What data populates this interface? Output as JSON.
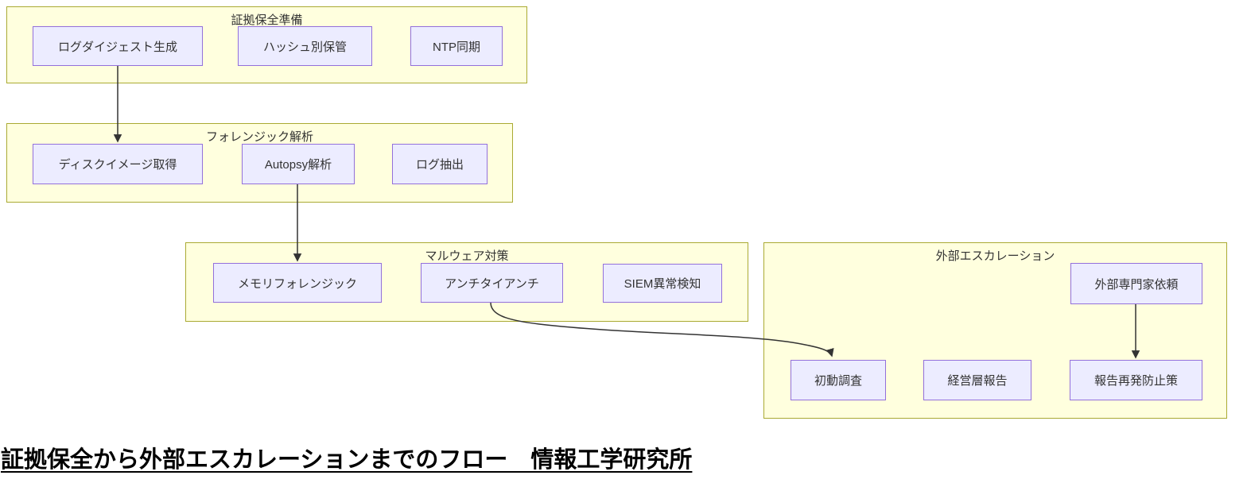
{
  "title": "証拠保全から外部エスカレーションまでのフロー　情報工学研究所",
  "diagram": {
    "groups": [
      {
        "label": "証拠保全準備",
        "nodes": [
          {
            "label": "ログダイジェスト生成"
          },
          {
            "label": "ハッシュ別保管"
          },
          {
            "label": "NTP同期"
          }
        ]
      },
      {
        "label": "フォレンジック解析",
        "nodes": [
          {
            "label": "ディスクイメージ取得"
          },
          {
            "label": "Autopsy解析"
          },
          {
            "label": "ログ抽出"
          }
        ]
      },
      {
        "label": "マルウェア対策",
        "nodes": [
          {
            "label": "メモリフォレンジック"
          },
          {
            "label": "アンチタイアンチ"
          },
          {
            "label": "SIEM異常検知"
          }
        ]
      },
      {
        "label": "外部エスカレーション",
        "nodes": [
          {
            "label": "外部専門家依頼"
          },
          {
            "label": "初動調査"
          },
          {
            "label": "経営層報告"
          },
          {
            "label": "報告再発防止策"
          }
        ]
      }
    ],
    "edges": [
      {
        "from": "ログダイジェスト生成",
        "to": "ディスクイメージ取得"
      },
      {
        "from": "Autopsy解析",
        "to": "メモリフォレンジック"
      },
      {
        "from": "アンチタイアンチ",
        "to": "初動調査"
      },
      {
        "from": "外部専門家依頼",
        "to": "報告再発防止策"
      }
    ]
  },
  "colors": {
    "node_fill": "#ECECFF",
    "node_border": "#9370DB",
    "group_fill": "#FFFFDE",
    "group_border": "#AAAA33",
    "edge": "#333333",
    "text": "#333333"
  }
}
